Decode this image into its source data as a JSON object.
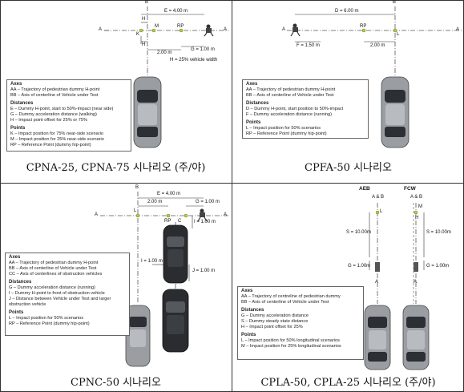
{
  "panels": [
    {
      "caption": "CPNA-25, CPNA-75 시나리오 (주/야)",
      "labels": {
        "B": "B",
        "A_left": "A",
        "A_right": "A",
        "H": "H",
        "K": "K",
        "M": "M",
        "RP": "RP",
        "E": "E = 4.00 m",
        "dist2": "2.00 m",
        "G": "G = 1.00 m",
        "Hnote": "H = 25% vehicle width"
      },
      "legend": [
        {
          "heading": "Axes",
          "lines": [
            "AA – Trajectory of pedestrian dummy H-point",
            "BB – Axis of centerline of Vehicle under Test"
          ]
        },
        {
          "heading": "Distances",
          "lines": [
            "E – Dummy H-point, start to 50%-impact (near side)",
            "G – Dummy acceleration distance (walking)",
            "H – Impact point offset for 25% or 75%"
          ]
        },
        {
          "heading": "Points",
          "lines": [
            "K – Impact position for 75% near-side scenario",
            "M – Impact position for 25% near-side scenario",
            "RP – Reference Point (dummy hip-point)"
          ]
        }
      ]
    },
    {
      "caption": "CPFA-50 시나리오",
      "labels": {
        "B": "B",
        "A_left": "A",
        "A_right": "A",
        "D": "D = 6.00 m",
        "RP": "RP",
        "L": "L",
        "F": "F = 1.50 m",
        "dist2": "2.00 m"
      },
      "legend": [
        {
          "heading": "Axes",
          "lines": [
            "AA – Trajectory of pedestrian dummy H-point",
            "BB – Axis of centerline of Vehicle under Test"
          ]
        },
        {
          "heading": "Distances",
          "lines": [
            "D – Dummy H-point, start position to 50%-impact",
            "F – Dummy acceleration distance (running)"
          ]
        },
        {
          "heading": "Points",
          "lines": [
            "L – Impact position for 50% scenarios",
            "RP – Reference Point (dummy hip-point)"
          ]
        }
      ]
    },
    {
      "caption": "CPNC-50 시나리오",
      "labels": {
        "B": "B",
        "A_left": "A",
        "A_right": "A",
        "E": "E = 4.00 m",
        "G": "G = 1.00 m",
        "dist2": "2.00 m",
        "L": "L",
        "RP": "RP",
        "C": "C",
        "I1": "I = 1.00 m",
        "I2": "I = 1.00 m",
        "J": "J = 1.00 m"
      },
      "legend": [
        {
          "heading": "Axes",
          "lines": [
            "AA – Trajectory of pedestrian dummy H-point",
            "BB – Axis of centerline of Vehicle under Test",
            "CC – Axis of centerlines of obstruction vehicles"
          ]
        },
        {
          "heading": "Distances",
          "lines": [
            "G – Dummy acceleration distance (running)",
            "I  – Dummy H-point to front of obstruction vehicle",
            "J  – Distance between Vehicle under Test and larger",
            "      obstruction vehicle"
          ]
        },
        {
          "heading": "Points",
          "lines": [
            "L    – Impact position for 50% scenarios",
            "RP  – Reference Point (dummy hip-point)"
          ]
        }
      ]
    },
    {
      "caption": "CPLA-50, CPLA-25 시나리오 (주/야)",
      "labels": {
        "AEB": "AEB",
        "FCW": "FCW",
        "AB1": "A & B",
        "AB2": "A & B",
        "L": "L",
        "M": "M",
        "S1": "S = 10.00m",
        "S2": "S = 10.00m",
        "G1": "G = 1.00m",
        "G2": "G = 1.00m",
        "A1": "A",
        "A2": "A",
        "H": "H"
      },
      "legend": [
        {
          "heading": "Axes",
          "lines": [
            "AA – Trajectory of centreline of pedestrian dummy",
            "BB – Axis of centerline of Vehicle under Test"
          ]
        },
        {
          "heading": "Distances",
          "lines": [
            "G – Dummy acceleration distance",
            "S – Dummy steady state distance",
            "H – Impact point offset for 25%"
          ]
        },
        {
          "heading": "Points",
          "lines": [
            "L – Impact position for 50% longitudinal scenarios",
            "M – Impact position for 25% longitudinal scenarios"
          ]
        }
      ]
    }
  ]
}
